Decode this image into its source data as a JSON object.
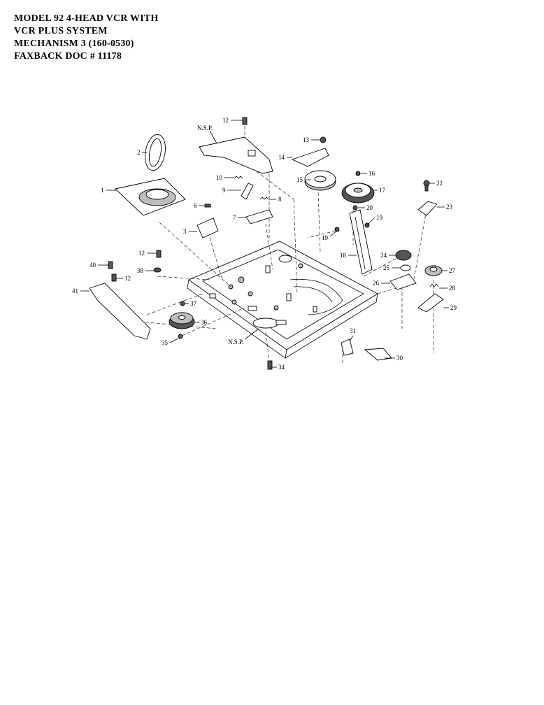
{
  "header": {
    "line1": "MODEL 92 4-HEAD VCR WITH",
    "line2": "VCR PLUS SYSTEM",
    "line3": "MECHANISM 3 (160-0530)",
    "line4": "FAXBACK DOC # 11178"
  },
  "diagram": {
    "nsp_label": "N.S.P.",
    "callouts": [
      "1",
      "2",
      "3",
      "6",
      "7",
      "8",
      "9",
      "10",
      "12",
      "13",
      "14",
      "15",
      "16",
      "17",
      "18",
      "19",
      "20",
      "22",
      "23",
      "24",
      "25",
      "26",
      "27",
      "28",
      "29",
      "30",
      "31",
      "34",
      "35",
      "36",
      "37",
      "38",
      "40",
      "41"
    ]
  }
}
